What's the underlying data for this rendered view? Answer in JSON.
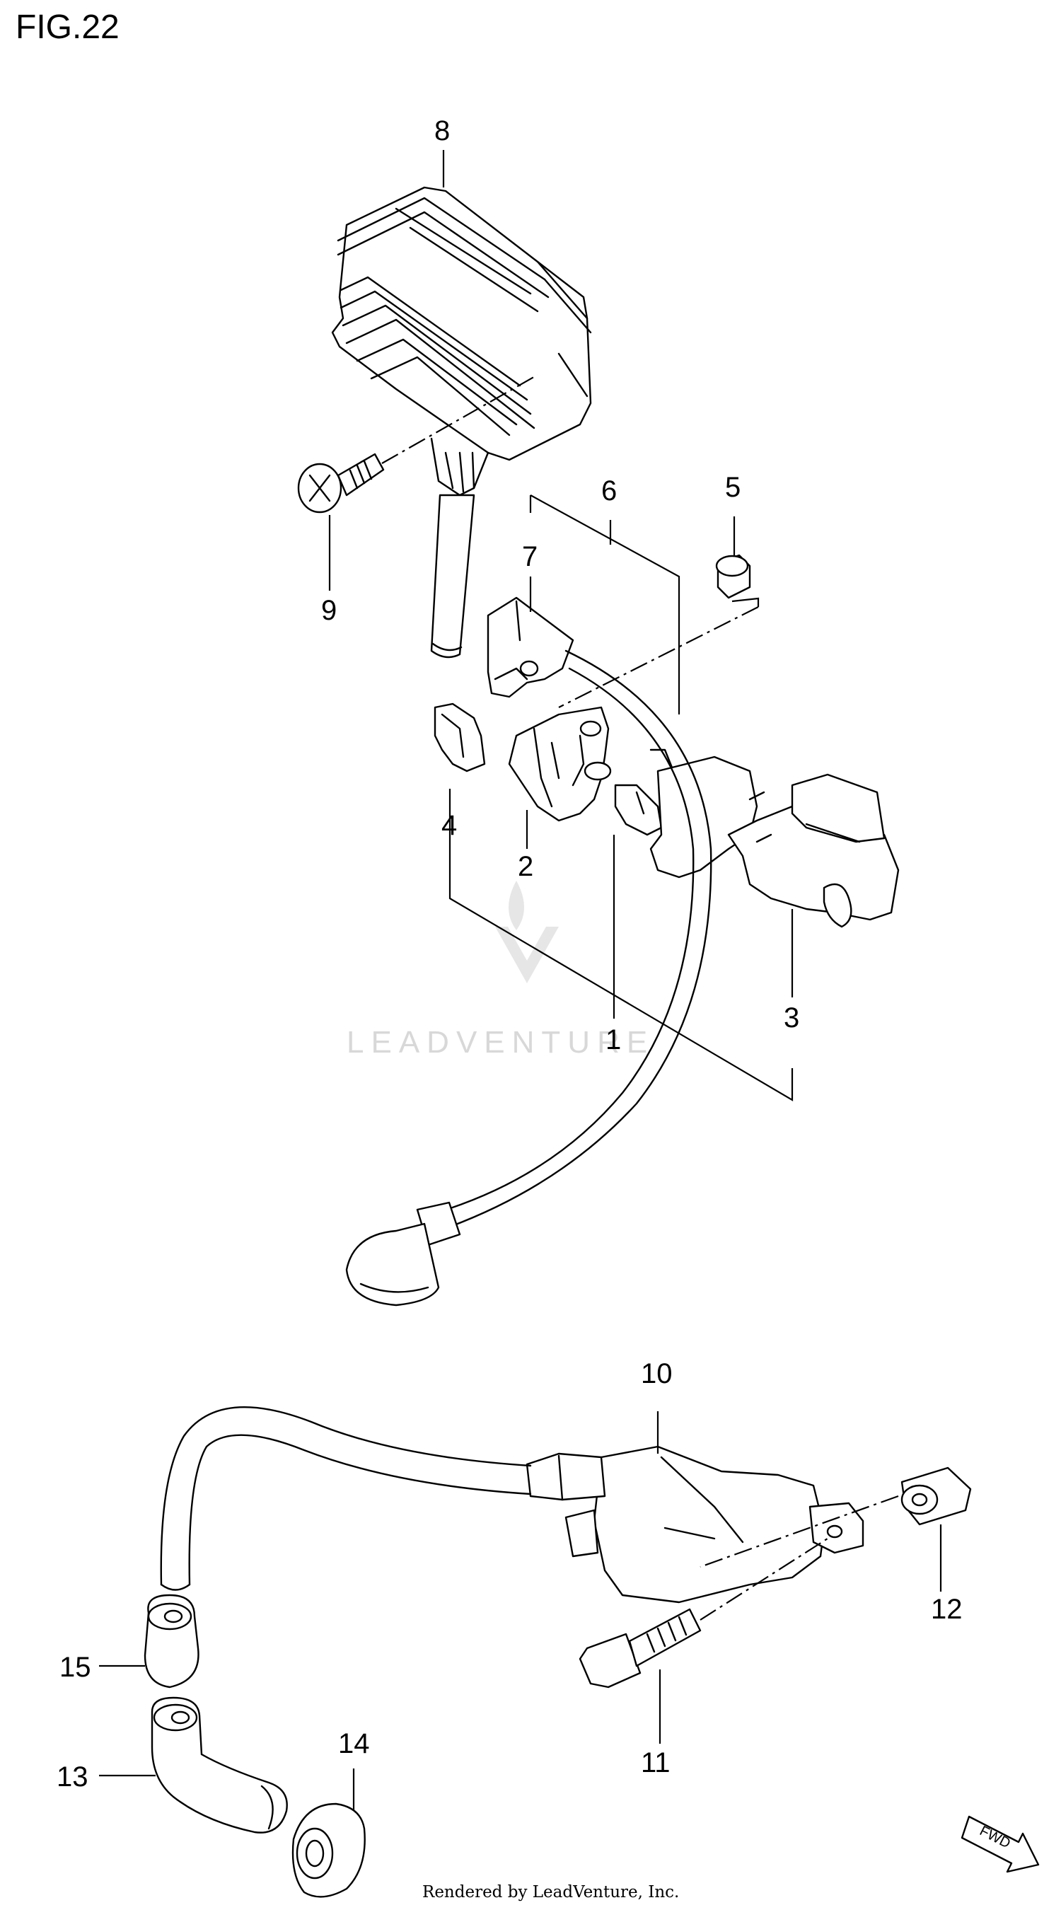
{
  "title": "FIG.22",
  "watermark": "LEADVENTURE",
  "footer": "Rendered by LeadVenture, Inc.",
  "fwd_label": "FWD",
  "callouts": {
    "c1": "1",
    "c2": "2",
    "c3": "3",
    "c4": "4",
    "c5": "5",
    "c6": "6",
    "c7": "7",
    "c8": "8",
    "c9": "9",
    "c10": "10",
    "c11": "11",
    "c12": "12",
    "c13": "13",
    "c14": "14",
    "c15": "15"
  }
}
